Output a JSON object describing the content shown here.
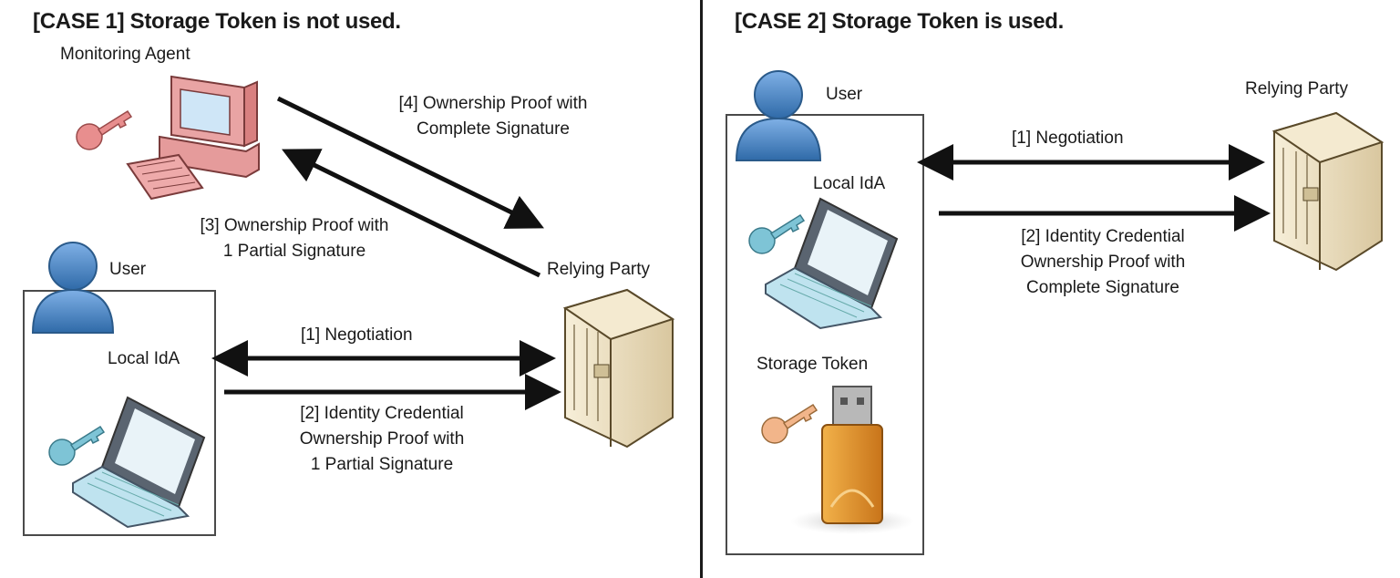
{
  "case1": {
    "title": "[CASE 1] Storage Token is not used.",
    "monitoring_agent": "Monitoring Agent",
    "user": "User",
    "local_ida": "Local IdA",
    "relying_party": "Relying Party",
    "step1": "[1] Negotiation",
    "step2": [
      "[2] Identity Credential",
      "Ownership Proof with",
      "1 Partial Signature"
    ],
    "step3": [
      "[3] Ownership Proof with",
      "1 Partial Signature"
    ],
    "step4": [
      "[4] Ownership Proof with",
      "Complete Signature"
    ]
  },
  "case2": {
    "title": "[CASE 2] Storage Token is used.",
    "user": "User",
    "local_ida": "Local IdA",
    "storage_token": "Storage Token",
    "relying_party": "Relying Party",
    "step1": "[1] Negotiation",
    "step2": [
      "[2] Identity Credential",
      "Ownership Proof with",
      "Complete Signature"
    ]
  },
  "colors": {
    "user_blue": "#4f86c6",
    "key_pink": "#e88e8e",
    "key_blue": "#7ec4d6",
    "key_peach": "#f2b58a",
    "computer_pink": "#e89a9a",
    "server_beige": "#e8dcc0",
    "usb_orange": "#e89a2a"
  }
}
